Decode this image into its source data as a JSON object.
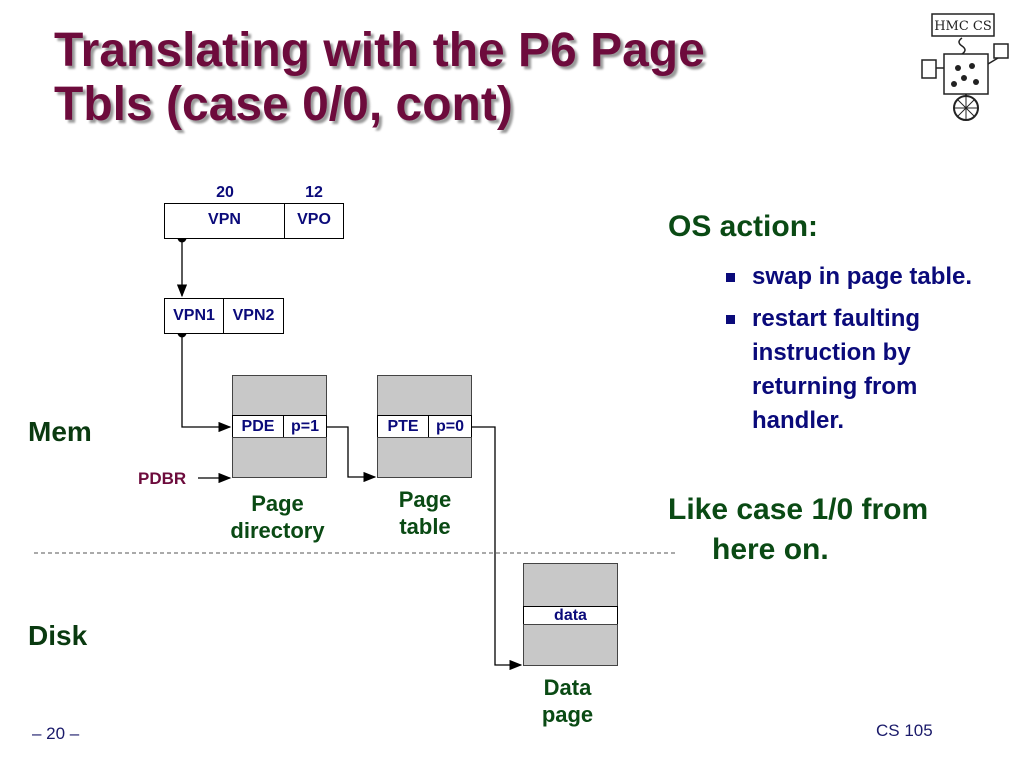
{
  "slide": {
    "title_line1": "Translating with the P6 Page",
    "title_line2": "Tbls (case 0/0, cont)",
    "logo_text": "HMC CS"
  },
  "diagram": {
    "vpn_bits": "20",
    "vpo_bits": "12",
    "vpn_label": "VPN",
    "vpo_label": "VPO",
    "vpn1_label": "VPN1",
    "vpn2_label": "VPN2",
    "pde_label": "PDE",
    "pde_present": "p=1",
    "pte_label": "PTE",
    "pte_present": "p=0",
    "data_label": "data",
    "pdbr_label": "PDBR",
    "page_directory_caption": [
      "Page",
      "directory"
    ],
    "page_table_caption": [
      "Page",
      "table"
    ],
    "data_page_caption": [
      "Data",
      "page"
    ],
    "mem_label": "Mem",
    "disk_label": "Disk"
  },
  "notes": {
    "heading": "OS action:",
    "bullets": [
      "swap in page table.",
      "restart faulting instruction by returning from handler."
    ],
    "conclusion_line1": "Like case 1/0 from",
    "conclusion_line2": "here on."
  },
  "footer": {
    "page_number": "– 20 –",
    "course": "CS 105"
  }
}
